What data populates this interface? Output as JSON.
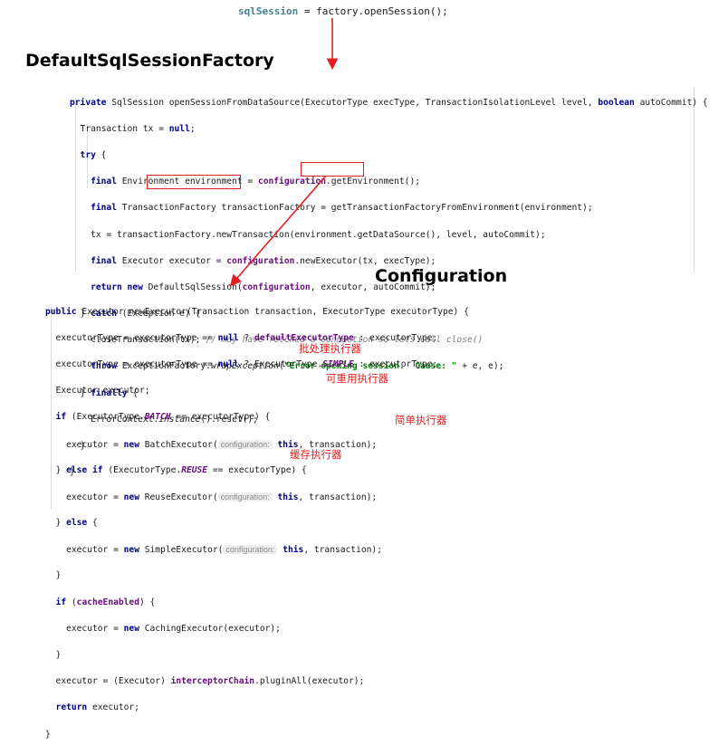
{
  "top_code": {
    "var": "sqlSession",
    "rest": " = factory.openSession();"
  },
  "headings": {
    "factory": "DefaultSqlSessionFactory",
    "configuration": "Configuration"
  },
  "factory_code": {
    "l1": {
      "kw": "private",
      "rest": " SqlSession openSessionFromDataSource(ExecutorType execType, TransactionIsolationLevel level, ",
      "kw2": "boolean",
      "rest2": " autoCommit) {"
    },
    "l2": {
      "a": "  Transaction tx = ",
      "kw": "null",
      "b": ";"
    },
    "l3": {
      "kw": "  try",
      "b": " {"
    },
    "l4": {
      "kw": "    final",
      "a": " Environment environment = ",
      "fld": "configuration",
      "b": ".getEnvironment();"
    },
    "l5": {
      "kw": "    final",
      "a": " TransactionFactory transactionFactory = getTransactionFactoryFromEnvironment(environment);"
    },
    "l6": {
      "a": "    tx = transactionFactory.newTransaction(environment.getDataSource(), level, autoCommit);"
    },
    "l7": {
      "kw": "    final",
      "a": " Executor executor = ",
      "fld": "configuration",
      "b": ".newExecutor(tx, execType);"
    },
    "l8": {
      "kw": "    return new",
      "a": " DefaultSqlSession(",
      "fld": "configuration",
      "b": ", executor, autoCommit);"
    },
    "l9": {
      "a": "  } ",
      "kw": "catch",
      "b": " (Exception e) {"
    },
    "l10": {
      "a": "    closeTransaction(tx); ",
      "cmt": "// may have fetched a connection so lets call close()"
    },
    "l11": {
      "kw": "    throw",
      "a": " ExceptionFactory.",
      "it": "wrapException",
      "b": "(",
      "str": "\"Error opening session.  Cause: \"",
      "c": " + e, e);"
    },
    "l12": {
      "a": "  } ",
      "kw": "finally",
      "b": " {"
    },
    "l13": {
      "a": "    ErrorContext.",
      "it": "instance",
      "b": "().reset();"
    },
    "l14": {
      "a": "  }"
    },
    "l15": {
      "a": "}"
    }
  },
  "config_code": {
    "l1": {
      "kw": "public",
      "a": " Executor newExecutor(Transaction transaction, ExecutorType executorType) {"
    },
    "l2": {
      "a": "  executorType = executorType == ",
      "kw": "null",
      "b": " ? ",
      "fld": "defaultExecutorType",
      "c": " : executorType;"
    },
    "l3": {
      "a": "  executorType = executorType == ",
      "kw": "null",
      "b": " ? ExecutorType.",
      "ifld": "SIMPLE",
      "c": " : executorType;"
    },
    "l4": {
      "a": "  Executor executor;"
    },
    "l5": {
      "kw": "  if",
      "a": " (ExecutorType.",
      "ifld": "BATCH",
      "b": " == executorType) {"
    },
    "l6": {
      "a": "    executor = ",
      "kw": "new",
      "b": " BatchExecutor(",
      "hint": "configuration:",
      "kw2": "this",
      "c": ", transaction);"
    },
    "l7": {
      "a": "  } ",
      "kw": "else if",
      "b": " (ExecutorType.",
      "ifld": "REUSE",
      "c": " == executorType) {"
    },
    "l8": {
      "a": "    executor = ",
      "kw": "new",
      "b": " ReuseExecutor(",
      "hint": "configuration:",
      "kw2": "this",
      "c": ", transaction);"
    },
    "l9": {
      "a": "  } ",
      "kw": "else",
      "b": " {"
    },
    "l10": {
      "a": "    executor = ",
      "kw": "new",
      "b": " SimpleExecutor(",
      "hint": "configuration:",
      "kw2": "this",
      "c": ", transaction);"
    },
    "l11": {
      "a": "  }"
    },
    "l12": {
      "kw": "  if",
      "a": " (",
      "fld": "cacheEnabled",
      "b": ") {"
    },
    "l13": {
      "a": "    executor = ",
      "kw": "new",
      "b": " CachingExecutor(executor);"
    },
    "l14": {
      "a": "  }"
    },
    "l15": {
      "a": "  executor = (Executor) ",
      "fld": "interceptorChain",
      "b": ".pluginAll(executor);"
    },
    "l16": {
      "kw": "  return",
      "a": " executor;"
    },
    "l17": {
      "a": "}"
    }
  },
  "annotations": {
    "batch": "批处理执行器",
    "reuse": "可重用执行器",
    "simple": "简单执行器",
    "caching": "缓存执行器"
  },
  "colors": {
    "arrow": "#e02020",
    "keyword": "#000080",
    "field": "#660e7a",
    "comment": "#808080",
    "string": "#008000"
  }
}
